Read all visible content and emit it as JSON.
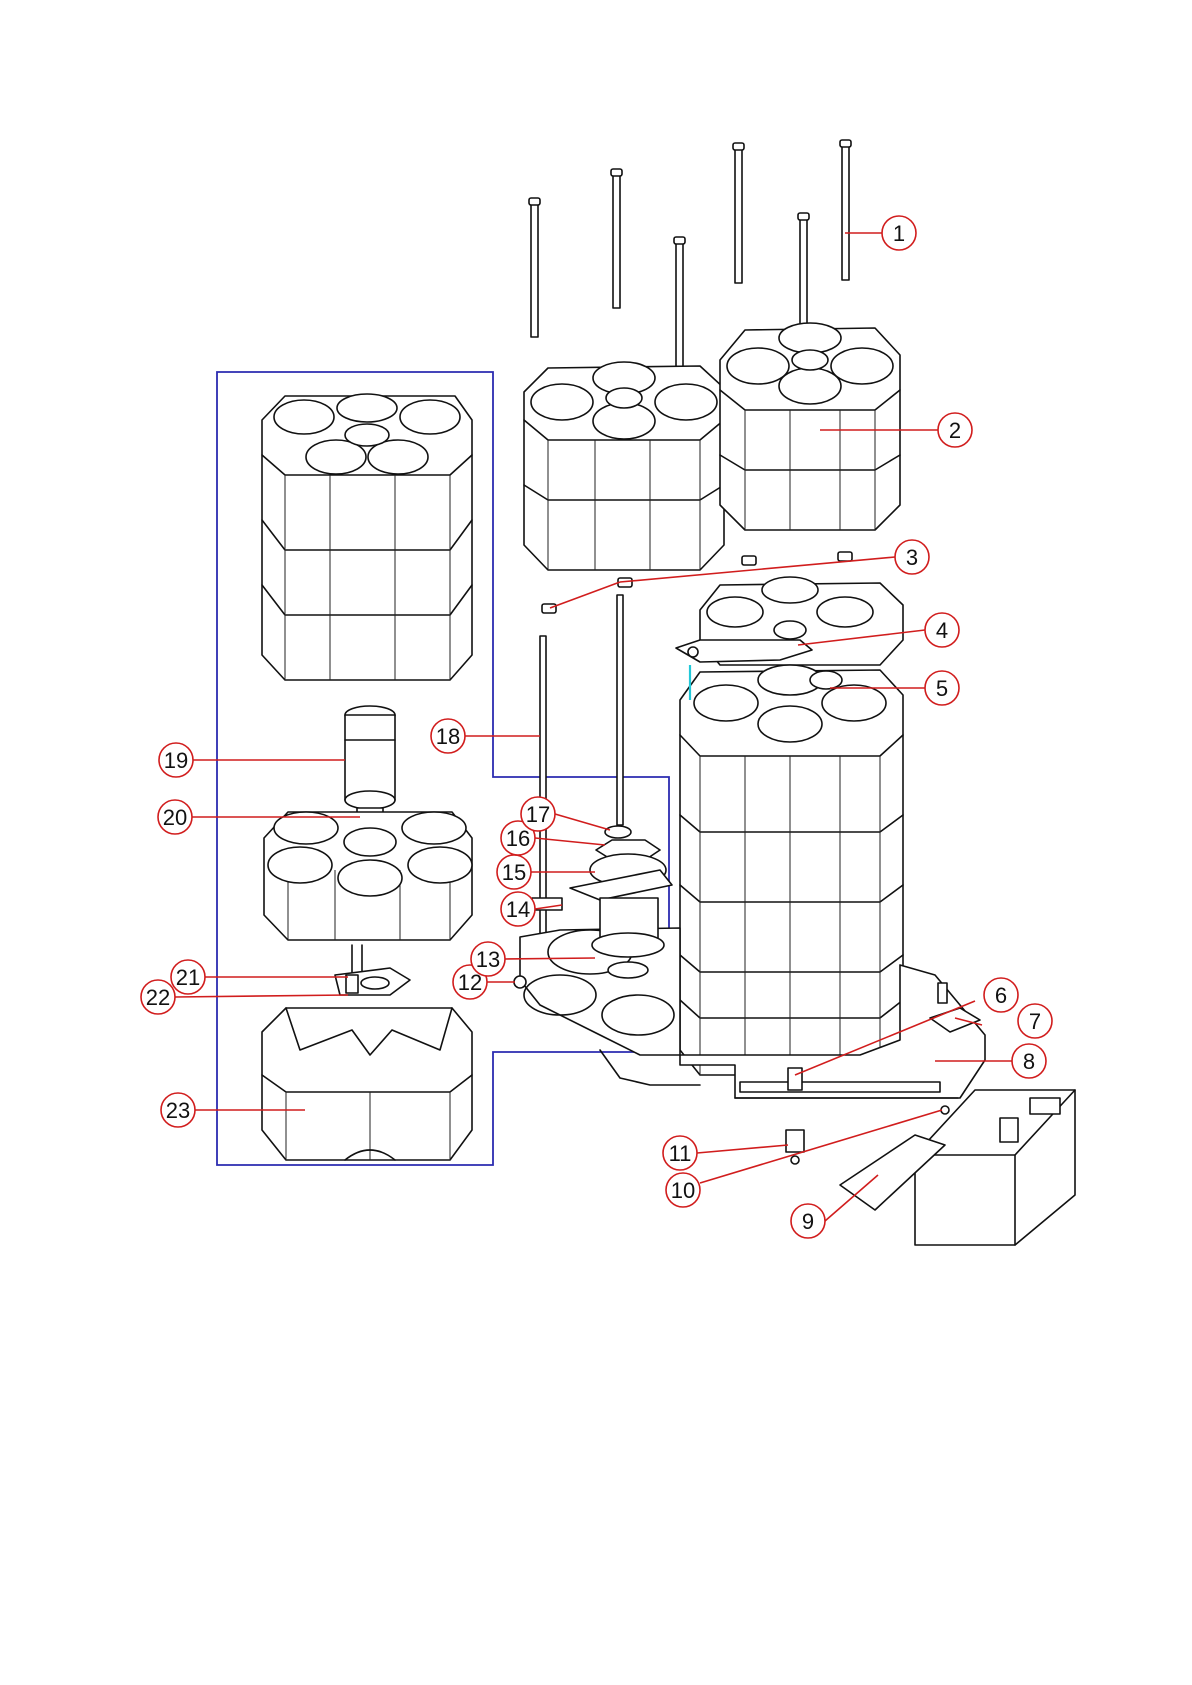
{
  "colors": {
    "line": "#111111",
    "leader": "#d11d1d",
    "callout_ring": "#d11d1d",
    "group_frame": "#2b2bb0",
    "accent_cyan": "#21c8d8",
    "background": "#ffffff"
  },
  "callouts": [
    {
      "id": "1",
      "label": "1"
    },
    {
      "id": "2",
      "label": "2"
    },
    {
      "id": "3",
      "label": "3"
    },
    {
      "id": "4",
      "label": "4"
    },
    {
      "id": "5",
      "label": "5"
    },
    {
      "id": "6",
      "label": "6"
    },
    {
      "id": "7",
      "label": "7"
    },
    {
      "id": "8",
      "label": "8"
    },
    {
      "id": "9",
      "label": "9"
    },
    {
      "id": "10",
      "label": "10"
    },
    {
      "id": "11",
      "label": "11"
    },
    {
      "id": "12",
      "label": "12"
    },
    {
      "id": "13",
      "label": "13"
    },
    {
      "id": "14",
      "label": "14"
    },
    {
      "id": "15",
      "label": "15"
    },
    {
      "id": "16",
      "label": "16"
    },
    {
      "id": "17",
      "label": "17"
    },
    {
      "id": "18",
      "label": "18"
    },
    {
      "id": "19",
      "label": "19"
    },
    {
      "id": "20",
      "label": "20"
    },
    {
      "id": "21",
      "label": "21"
    },
    {
      "id": "22",
      "label": "22"
    },
    {
      "id": "23",
      "label": "23"
    }
  ]
}
